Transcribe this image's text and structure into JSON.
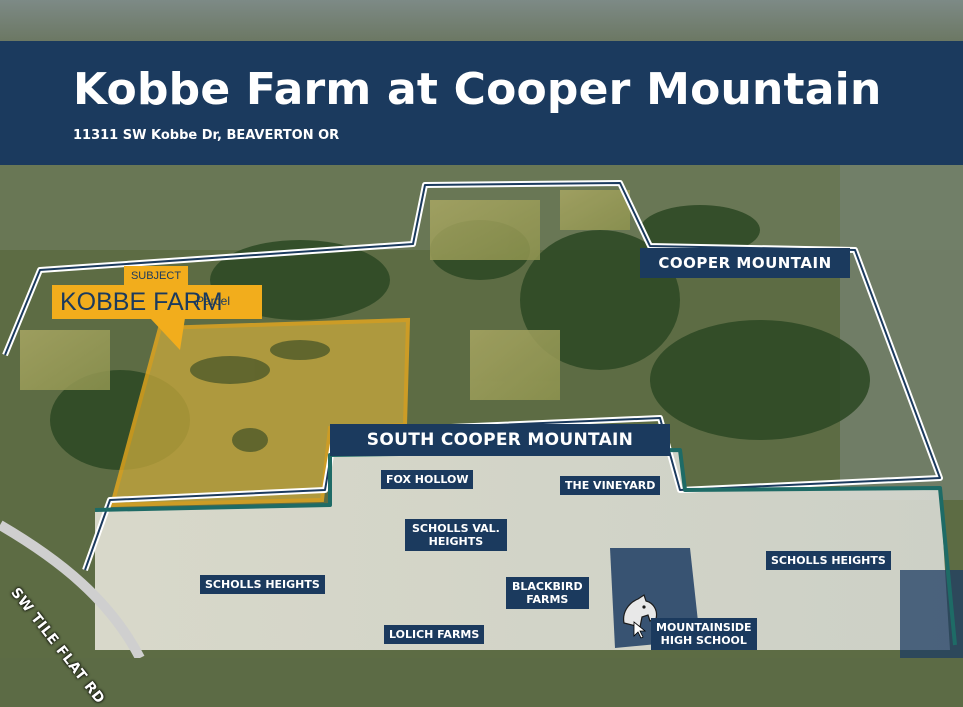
{
  "banner": {
    "title": "Kobbe Farm at Cooper Mountain",
    "address": "11311 SW Kobbe Dr, BEAVERTON OR"
  },
  "regions": {
    "cooper_mountain": "COOPER MOUNTAIN",
    "south_cooper_mountain": "SOUTH COOPER MOUNTAIN"
  },
  "subject": {
    "tag": "SUBJECT",
    "name": "KOBBE FARM",
    "suffix": "Parcel"
  },
  "neighborhoods": {
    "fox_hollow": "FOX HOLLOW",
    "the_vineyard": "THE VINEYARD",
    "scholls_val_heights_line1": "SCHOLLS VAL.",
    "scholls_val_heights_line2": "HEIGHTS",
    "scholls_heights_west": "SCHOLLS HEIGHTS",
    "scholls_heights_east": "SCHOLLS HEIGHTS",
    "blackbird_farms_line1": "BLACKBIRD",
    "blackbird_farms_line2": "FARMS",
    "lolich_farms": "LOLICH FARMS",
    "mountainside_line1": "MOUNTAINSIDE",
    "mountainside_line2": "HIGH SCHOOL"
  },
  "road": "SW TILE FLAT RD",
  "colors": {
    "navy": "#1b3a5e",
    "subject_orange": "#f2ad1c",
    "boundary_white": "#ffffff",
    "boundary_teal": "#1e6b66"
  },
  "icons": {
    "school_mascot": "horse-head-icon"
  }
}
